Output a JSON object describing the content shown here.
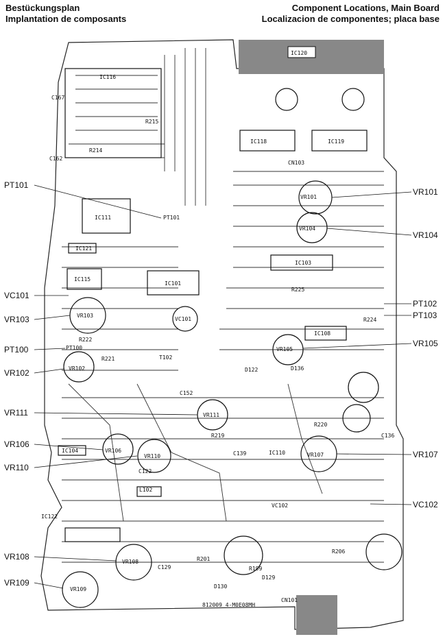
{
  "header": {
    "left_line1": "Bestückungsplan",
    "left_line2": "Implantation de composants",
    "right_line1": "Component Locations, Main Board",
    "right_line2": "Localizacion de componentes; placa base"
  },
  "callouts_left": [
    "PT101",
    "VC101",
    "VR103",
    "PT100",
    "VR102",
    "VR111",
    "VR106",
    "VR110",
    "VR108",
    "VR109"
  ],
  "callouts_right": [
    "VR101",
    "VR104",
    "PT102",
    "PT103",
    "VR105",
    "VR107",
    "VC102"
  ],
  "board_labels": {
    "ic120": "IC120",
    "ic118": "IC118",
    "ic119": "IC119",
    "ic111": "IC111",
    "ic101": "IC101",
    "ic103": "IC103",
    "ic108": "IC108",
    "ic115": "IC115",
    "ic116": "IC116",
    "ic122": "IC122",
    "ic104": "IC104",
    "ic110": "IC110",
    "ic121": "IC121",
    "cn103": "CN103",
    "cn101": "CN101",
    "c162": "C162",
    "c167": "C167",
    "c139": "C139",
    "c129": "C129",
    "c122": "C122",
    "c152": "C152",
    "c136": "C136",
    "r214": "R214",
    "r215": "R215",
    "r222": "R222",
    "r221": "R221",
    "r219": "R219",
    "r220": "R220",
    "r225": "R225",
    "r224": "R224",
    "r206": "R206",
    "r201": "R201",
    "r199": "R199",
    "l102": "L102",
    "t102": "T102",
    "d130": "D130",
    "d129": "D129",
    "d136": "D136",
    "d122": "D122",
    "vr101": "VR101",
    "vr104": "VR104",
    "vr103": "VR103",
    "vr102": "VR102",
    "vr105": "VR105",
    "vr111": "VR111",
    "vr106": "VR106",
    "vr110": "VR110",
    "vr107": "VR107",
    "vr108": "VR108",
    "vr109": "VR109",
    "vc101": "VC101",
    "vc102": "VC102",
    "pt100": "PT100",
    "pt101": "PT101",
    "board_code": "812009  4-M0E08MH"
  }
}
